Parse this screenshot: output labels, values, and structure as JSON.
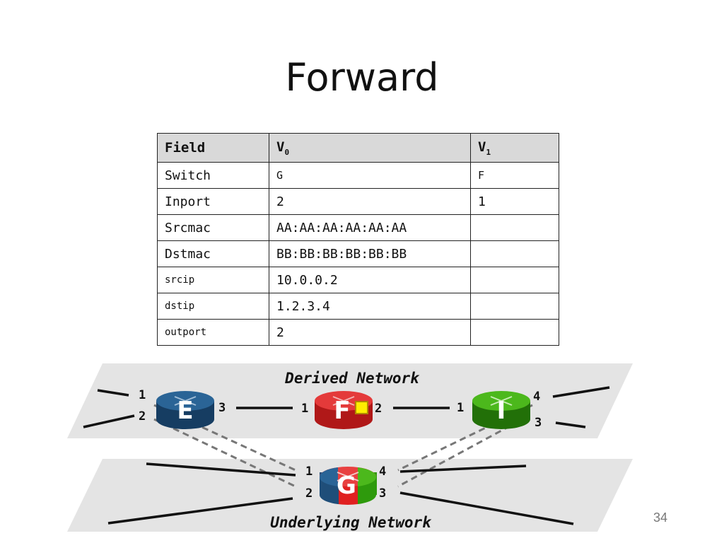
{
  "slide": {
    "title": "Forward",
    "number": "34"
  },
  "table": {
    "headers": {
      "field": "Field",
      "v0_base": "V",
      "v0_sub": "0",
      "v1_base": "V",
      "v1_sub": "1"
    },
    "rows": [
      {
        "field": "Switch",
        "v0": "G",
        "v1": "F"
      },
      {
        "field": "Inport",
        "v0": "2",
        "v1": "1"
      },
      {
        "field": "Srcmac",
        "v0": "AA:AA:AA:AA:AA:AA",
        "v1": ""
      },
      {
        "field": "Dstmac",
        "v0": "BB:BB:BB:BB:BB:BB",
        "v1": ""
      },
      {
        "field": "srcip",
        "v0": "10.0.0.2",
        "v1": ""
      },
      {
        "field": "dstip",
        "v0": "1.2.3.4",
        "v1": ""
      },
      {
        "field": "outport",
        "v0": "2",
        "v1": ""
      }
    ]
  },
  "diagram": {
    "derived_label": "Derived Network",
    "underlying_label": "Underlying Network",
    "switches": {
      "E": {
        "letter": "E",
        "color": "#1f4e79"
      },
      "F": {
        "letter": "F",
        "color": "#e02020"
      },
      "I": {
        "letter": "I",
        "color": "#2e9a0c"
      },
      "G": {
        "letter": "G"
      }
    },
    "ports": {
      "E1": "1",
      "E2": "2",
      "E3": "3",
      "F1": "1",
      "F2": "2",
      "I1": "1",
      "I3": "3",
      "I4": "4",
      "G1": "1",
      "G2": "2",
      "G3": "3",
      "G4": "4"
    },
    "packet_color": "#ffee00"
  }
}
